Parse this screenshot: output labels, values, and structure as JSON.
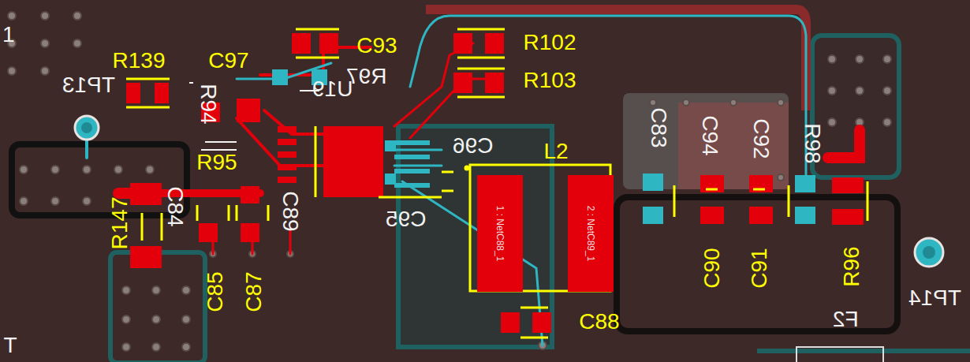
{
  "diagram": {
    "nodes": [
      {
        "text": [
          "1 : NetC88_1"
        ]
      },
      {
        "text": [
          "2 : NetC89_1"
        ]
      }
    ],
    "labels": [
      "1",
      "R139",
      "C97",
      "C93",
      "R97",
      "U19",
      "R102",
      "R103",
      "TP13",
      "R94",
      "R95",
      "C96",
      "L2",
      "C95",
      "R147",
      "C84",
      "C85",
      "C87",
      "C89",
      "C88",
      "C83",
      "C94",
      "C92",
      "R98",
      "C90",
      "C91",
      "R96",
      "TP14",
      "F2",
      "T"
    ]
  }
}
